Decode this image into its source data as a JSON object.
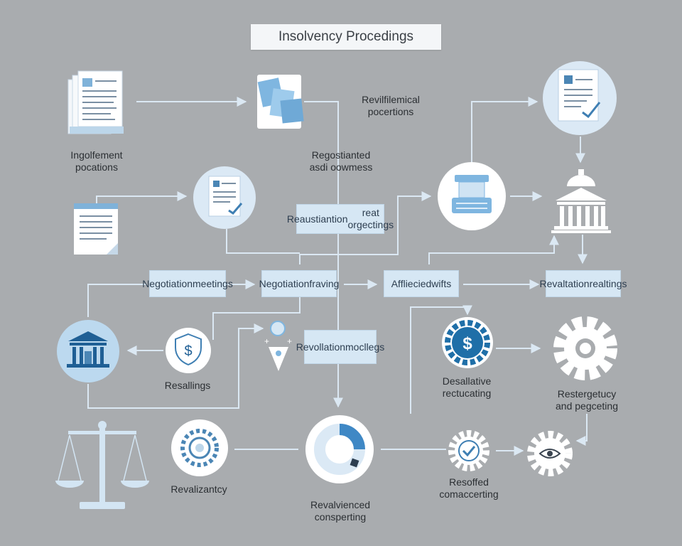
{
  "title": "Insolvency Procedings",
  "labels": {
    "top_left": [
      "Ingolfement",
      "pocations"
    ],
    "top_mid": [
      "Revilfilemical",
      "pocertions"
    ],
    "mid_upper": [
      "Regostianted",
      "asdi oowmess"
    ],
    "left_bottom": "Resallings",
    "right_mid": [
      "Desallative",
      "rectucating"
    ],
    "right_gear": [
      "Restergetucy",
      "and pegceting"
    ],
    "bottom_left": "Revalizantcy",
    "bottom_mid": [
      "Revalvienced",
      "consperting"
    ],
    "bottom_right": [
      "Resoffed",
      "comaccerting"
    ]
  },
  "boxes": {
    "realization": [
      "Reaustiantion",
      "reat orgectings"
    ],
    "negotiation_meetings": [
      "Negotiation",
      "meetings"
    ],
    "negotiation_fraving": [
      "Negotiation",
      "fraving"
    ],
    "affliecied": [
      "Affliecied",
      "wifts"
    ],
    "revaltation": [
      "Revaltation",
      "realtings"
    ],
    "revollation": [
      "Revollation",
      "mocllegs"
    ]
  },
  "colors": {
    "background": "#a9acaf",
    "accent": "#1f6fa8",
    "light_blue": "#d6e7f4",
    "circle_fill": "#dbe9f5",
    "connector": "#dbe8f3"
  },
  "icons": [
    "document-stack-icon",
    "papers-icon",
    "certificate-icon",
    "contract-icon",
    "document-icon",
    "cash-register-icon",
    "courthouse-icon",
    "bank-icon",
    "shield-dollar-icon",
    "location-pin-icon",
    "dollar-gear-icon",
    "gear-icon",
    "scales-icon",
    "target-gear-icon",
    "donut-chart-icon",
    "check-gear-icon",
    "eye-gear-icon"
  ]
}
